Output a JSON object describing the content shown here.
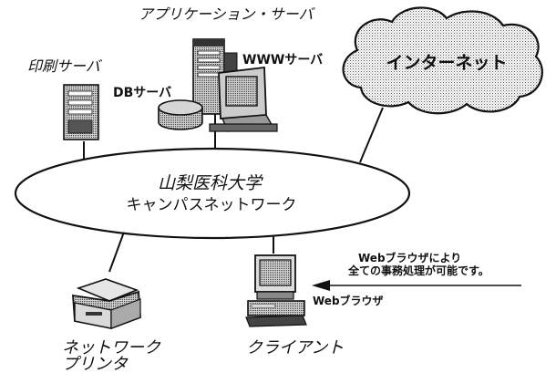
{
  "labels": {
    "app_server": "アプリケーション・サーバ",
    "www_server": "WWWサーバ",
    "db_server": "DBサーバ",
    "print_server": "印刷サーバ",
    "internet": "インターネット",
    "campus_line1": "山梨医科大学",
    "campus_line2": "キャンパスネットワーク",
    "browser_note_line1": "Webブラウザにより",
    "browser_note_line2": "全ての事務処理が可能です。",
    "web_browser": "Webブラウザ",
    "network_printer_line1": "ネットワーク",
    "network_printer_line2": "プリンタ",
    "client": "クライアント"
  },
  "colors": {
    "ink": "#111111",
    "dither": "#bdbdbd",
    "dark": "#444444",
    "paper": "#ffffff"
  },
  "icons": [
    "print-server-icon",
    "app-server-tower-icon",
    "db-server-icon",
    "www-server-monitor-icon",
    "cloud-icon",
    "printer-icon",
    "client-computer-icon",
    "arrow-icon"
  ]
}
